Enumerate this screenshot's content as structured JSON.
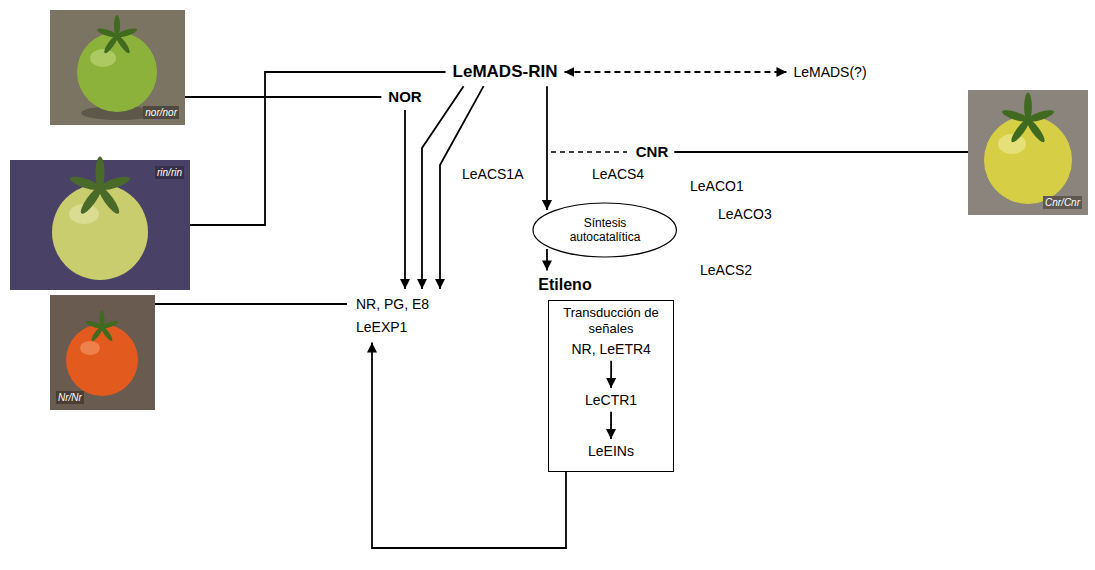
{
  "diagram": {
    "nodes": [
      {
        "text": [
          "nor/nor"
        ]
      },
      {
        "text": [
          "LeMADS-RIN"
        ]
      },
      {
        "text": [
          "LeMADS(?)"
        ]
      },
      {
        "text": [
          "NOR"
        ]
      },
      {
        "text": [
          "rin/rin"
        ]
      },
      {
        "text": [
          "CNR"
        ]
      },
      {
        "text": [
          "Cnr/Cnr"
        ]
      },
      {
        "text": [
          "Síntesis autocatalítica"
        ]
      },
      {
        "text": [
          "Etileno"
        ]
      },
      {
        "text": [
          "Transducción de señales"
        ]
      },
      {
        "text": [
          "NR, LeETR4"
        ],
        "in": 9
      },
      {
        "text": [
          "LeCTR1"
        ],
        "in": 9
      },
      {
        "text": [
          "LeEINs"
        ],
        "in": 9
      },
      {
        "text": [
          "NR, PG, E8",
          "LeEXP1"
        ]
      },
      {
        "text": [
          "Nr/Nr"
        ]
      }
    ],
    "edges": [
      {
        "from": 1,
        "to": 2,
        "arrow": "both"
      },
      {
        "from": 0,
        "to": 3,
        "arrow": "none"
      },
      {
        "from": 4,
        "to": 1,
        "arrow": "none"
      },
      {
        "from": 3,
        "to": 13,
        "arrow": "to"
      },
      {
        "from": 1,
        "to": 13,
        "arrow": "to"
      },
      {
        "from": 1,
        "to": 13,
        "arrow": "to"
      },
      {
        "from": 1,
        "to": 7,
        "arrow": "to"
      },
      {
        "from": 5,
        "to": 6,
        "arrow": "none"
      },
      {
        "from": 7,
        "to": 8,
        "arrow": "to"
      },
      {
        "from": 10,
        "to": 11,
        "arrow": "to"
      },
      {
        "from": 11,
        "to": 12,
        "arrow": "to"
      },
      {
        "from": 9,
        "to": 13,
        "arrow": "to"
      },
      {
        "from": 14,
        "to": 13,
        "arrow": "none"
      }
    ],
    "labels": [
      "LeACS1A",
      "LeACS4",
      "LeACO1",
      "LeACO3",
      "LeACS2"
    ]
  }
}
